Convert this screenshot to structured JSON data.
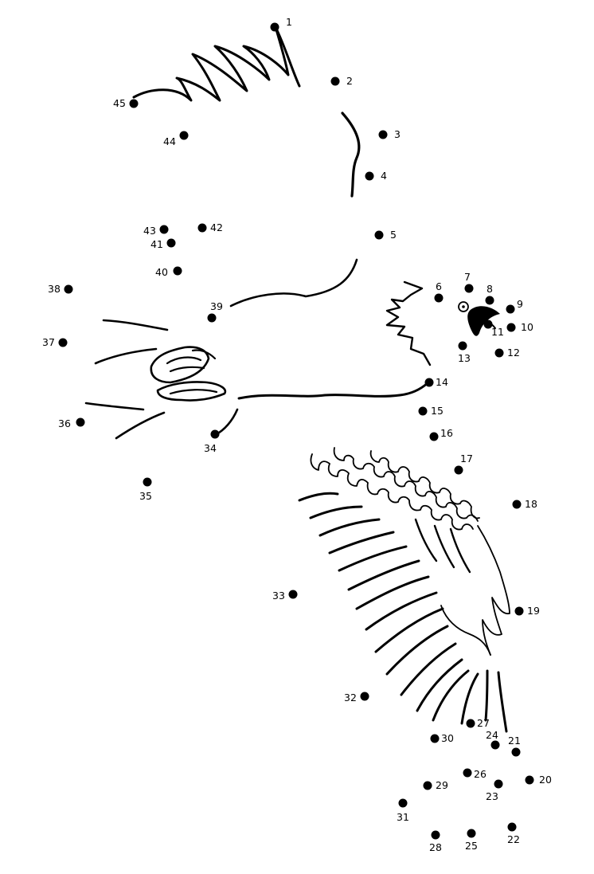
{
  "puzzle": {
    "dots": [
      {
        "n": "1"
      },
      {
        "n": "2"
      },
      {
        "n": "3"
      },
      {
        "n": "4"
      },
      {
        "n": "5"
      },
      {
        "n": "6"
      },
      {
        "n": "7"
      },
      {
        "n": "8"
      },
      {
        "n": "9"
      },
      {
        "n": "10"
      },
      {
        "n": "11"
      },
      {
        "n": "12"
      },
      {
        "n": "13"
      },
      {
        "n": "14"
      },
      {
        "n": "15"
      },
      {
        "n": "16"
      },
      {
        "n": "17"
      },
      {
        "n": "18"
      },
      {
        "n": "19"
      },
      {
        "n": "20"
      },
      {
        "n": "21"
      },
      {
        "n": "22"
      },
      {
        "n": "23"
      },
      {
        "n": "24"
      },
      {
        "n": "25"
      },
      {
        "n": "26"
      },
      {
        "n": "27"
      },
      {
        "n": "28"
      },
      {
        "n": "29"
      },
      {
        "n": "30"
      },
      {
        "n": "31"
      },
      {
        "n": "32"
      },
      {
        "n": "33"
      },
      {
        "n": "34"
      },
      {
        "n": "35"
      },
      {
        "n": "36"
      },
      {
        "n": "37"
      },
      {
        "n": "38"
      },
      {
        "n": "39"
      },
      {
        "n": "40"
      },
      {
        "n": "41"
      },
      {
        "n": "42"
      },
      {
        "n": "43"
      },
      {
        "n": "44"
      },
      {
        "n": "45"
      }
    ],
    "ink_color": "#000000",
    "background_color": "#ffffff"
  }
}
